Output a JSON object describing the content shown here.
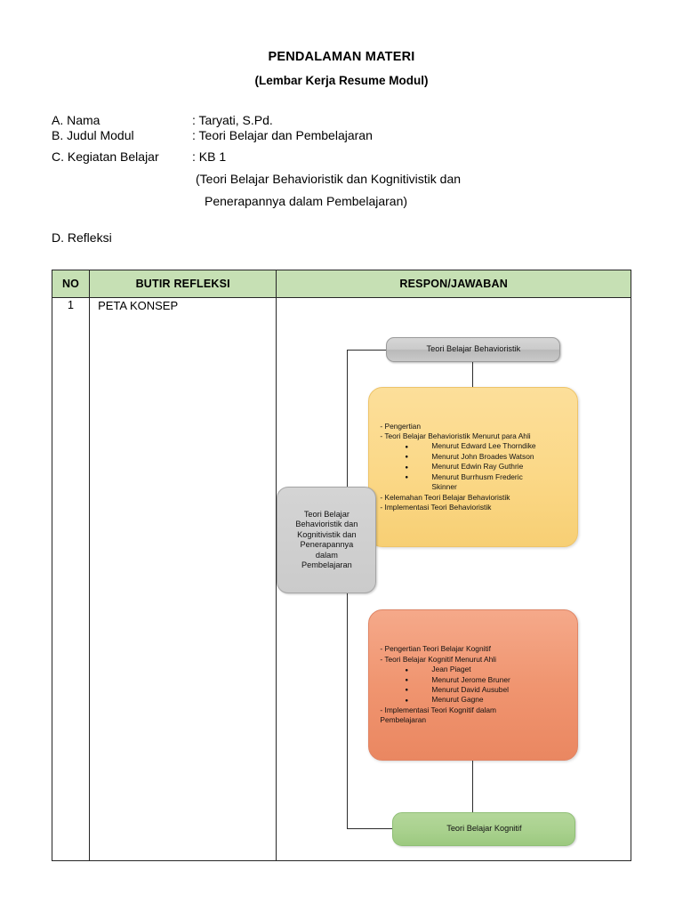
{
  "document": {
    "title": "PENDALAMAN MATERI",
    "subtitle": "(Lembar Kerja Resume Modul)"
  },
  "meta": [
    {
      "label": "A. Nama",
      "value": ": Taryati, S.Pd."
    },
    {
      "label": "B. Judul Modul",
      "value": ": Teori Belajar dan Pembelajaran"
    },
    {
      "label": "C. Kegiatan Belajar",
      "value": ": KB 1"
    }
  ],
  "meta_continuation": {
    "line1": "(Teori Belajar Behavioristik dan Kognitivistik dan",
    "line2": "Penerapannya dalam Pembelajaran)"
  },
  "section": {
    "reflection_heading": "D. Refleksi"
  },
  "table": {
    "headers": [
      "NO",
      "BUTIR REFLEKSI",
      "RESPON/JAWABAN"
    ],
    "rows": [
      {
        "no": "1",
        "butir": "PETA KONSEP"
      }
    ]
  },
  "diagram": {
    "top_node": "Teori Belajar Behavioristik",
    "center_node": {
      "line1": "Teori Belajar",
      "line2": "Behavioristik dan",
      "line3": "Kognitivistik dan",
      "line4": "Penerapannya",
      "line5": "dalam",
      "line6": "Pembelajaran"
    },
    "bottom_node": "Teori Belajar Kognitif",
    "behavioristik_panel": {
      "item1": "- Pengertian",
      "item2": "- Teori Belajar Behavioristik Menurut para Ahli",
      "bullets": [
        {
          "text": "Menurut Edward Lee Thorndike",
          "cont": ""
        },
        {
          "text": "Menurut John Broades Watson",
          "cont": ""
        },
        {
          "text": "Menurut Edwin Ray Guthrie",
          "cont": ""
        },
        {
          "text": "Menurut Burrhusm Frederic",
          "cont": "Skinner"
        }
      ],
      "item3": "- Kelemahan Teori Belajar Behavioristik",
      "item4": "- Implementasi Teori Behavioristik"
    },
    "kognitif_panel": {
      "item1": "- Pengertian Teori Belajar Kognitif",
      "item2": "- Teori Belajar Kognitif Menurut Ahli",
      "bullets": [
        {
          "text": "Jean Piaget",
          "cont": ""
        },
        {
          "text": "Menurut Jerome Bruner",
          "cont": ""
        },
        {
          "text": "Menurut David Ausubel",
          "cont": ""
        },
        {
          "text": "Menurut Gagne",
          "cont": ""
        }
      ],
      "item3": "- Implementasi Teori Kognitif dalam",
      "item3b": "Pembelajaran"
    }
  },
  "colors": {
    "header_green": "#c6e0b4",
    "node_green": "#a9d18e",
    "panel_orange": "#fbd887",
    "panel_salmon": "#f09570",
    "node_gray": "#cbcbcb",
    "border": "#262626"
  }
}
